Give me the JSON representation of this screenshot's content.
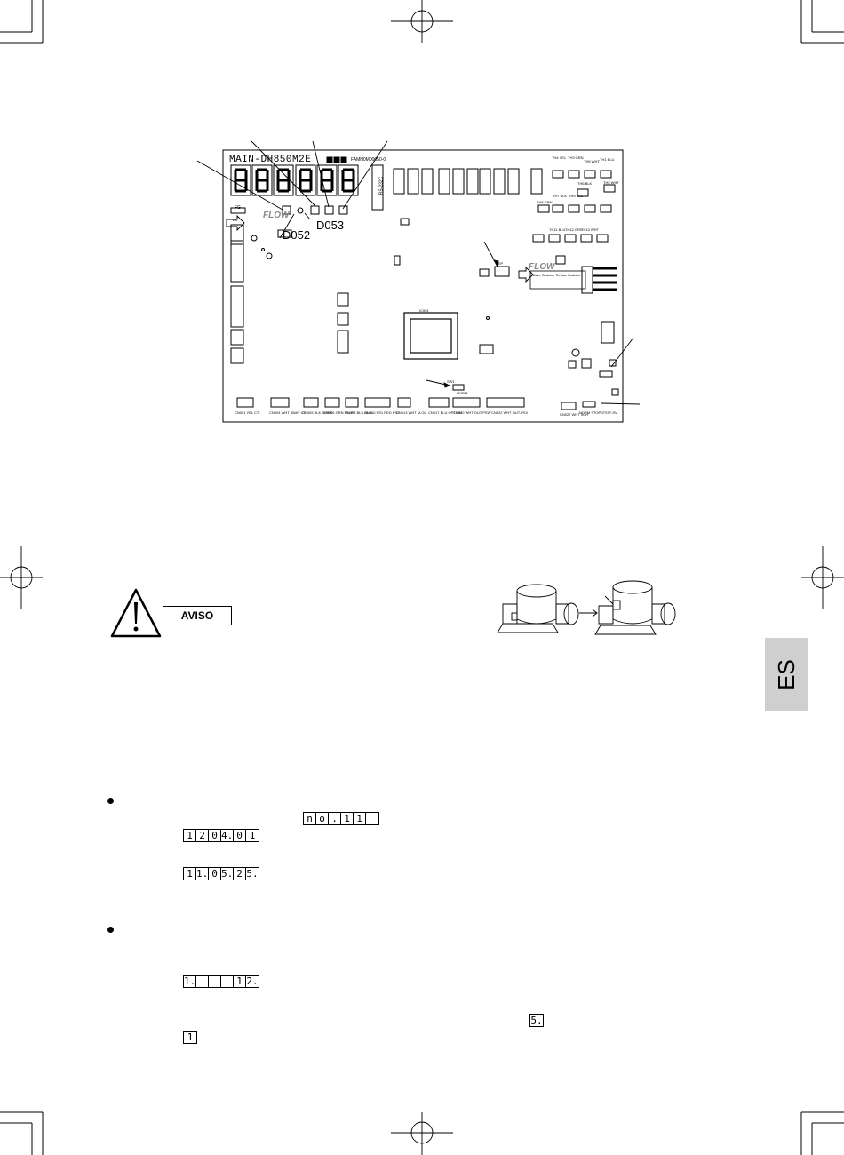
{
  "board": {
    "model": "MAIN-DH850M2E",
    "part_code": "FAMH0M00050-0"
  },
  "labels": {
    "d052": "D052",
    "d053": "D053",
    "flow1": "FLOW",
    "flow2": "FLOW",
    "warning": "AVISO",
    "language": "ES"
  },
  "displays": {
    "d1": [
      "n",
      "o",
      ".",
      "1",
      "1",
      ""
    ],
    "d2": [
      "1",
      "2",
      "0",
      "4.",
      "0",
      "1"
    ],
    "d3": [
      "1",
      "1.",
      "0",
      "5.",
      "2",
      "5."
    ],
    "d4": [
      "1.",
      "",
      "",
      "",
      "1",
      "2."
    ],
    "d5": [
      "5."
    ],
    "d6": [
      "1"
    ]
  },
  "connectors": {
    "c1": "CN001 YEL CTI",
    "c2": "CN004 WHT 4WAY CT",
    "c3": "CN005 BLK SNSW",
    "c4": "CN006 GRN TSLP",
    "c5": "CN008 BLU BLSL",
    "c6": "CN010 PS1 RED PS2",
    "c7": "CN013 WHT M-OL",
    "c8": "CN017 BLU OPTION",
    "c9": "CN020 WHT OUT-PSW",
    "c10": "CN022 WHT OUT-PSV",
    "c11": "CN027 WHT SCH",
    "c12": "NORM STOP STOP-SV",
    "th1": "TH4 YEL",
    "th2": "TH3 GRN",
    "th3": "TH5 WHT",
    "th4": "TH1 BLU",
    "th5": "TH2 WHT",
    "th6": "TH6 BLK",
    "th7": "TH7 BLK",
    "th8": "TH9 YEL",
    "th9": "TH8 GRN",
    "th10": "TH11 BLU",
    "th11": "TH12 GRN",
    "th12": "TH13 WHT",
    "valve": "Valve Sodeine Reflow Sodeine",
    "pcb_ic": "IC001",
    "sw1": "SW1",
    "sw_norm": "NORM",
    "sw_eep": "EEP",
    "rs232": "RS-232C",
    "fg": "FG",
    "ac": "AC"
  }
}
